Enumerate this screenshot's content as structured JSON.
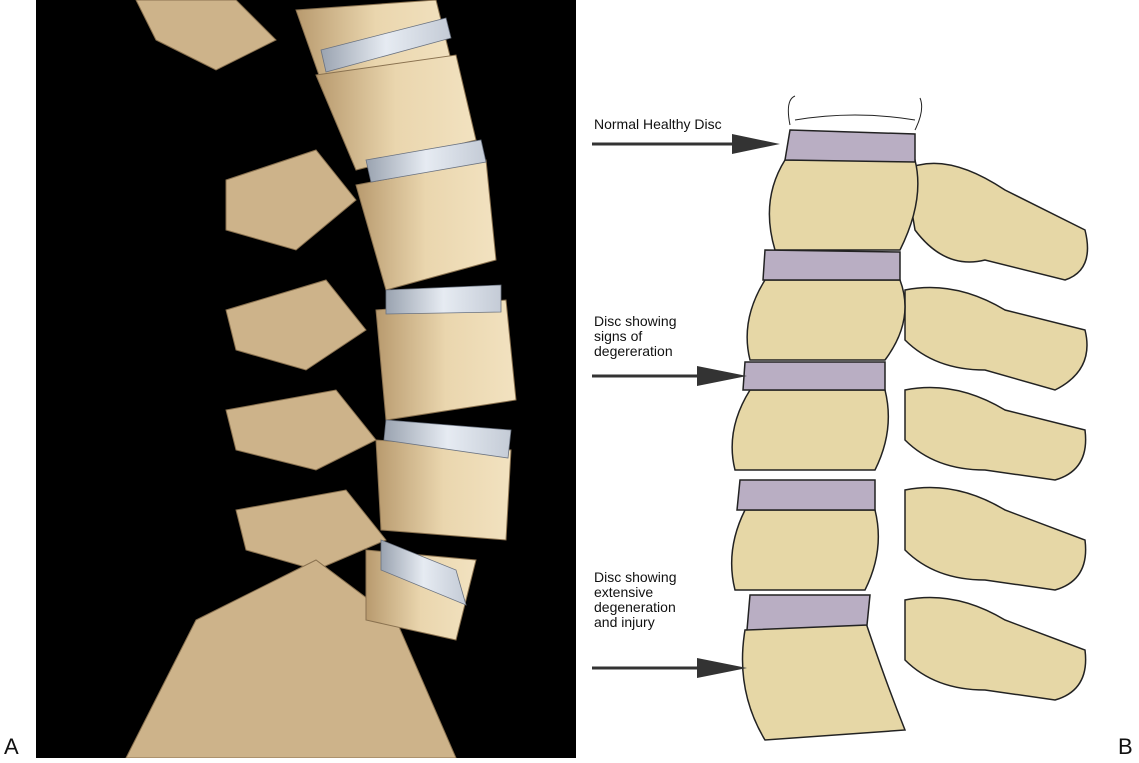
{
  "panel_labels": {
    "a": "A",
    "b": "B"
  },
  "callouts": [
    {
      "text": "Normal Healthy Disc"
    },
    {
      "lines": [
        "Disc showing",
        "signs of",
        "degereration"
      ]
    },
    {
      "lines": [
        "Disc showing",
        "extensive",
        "degeneration",
        "and injury"
      ]
    }
  ],
  "colors": {
    "bone_render": "#e8d2a8",
    "disc_render": "#c9d0da",
    "bone_illustration": "#e6d7a6",
    "disc_illustration": "#b9aec3",
    "outline": "#222222",
    "background_render": "#000000"
  }
}
